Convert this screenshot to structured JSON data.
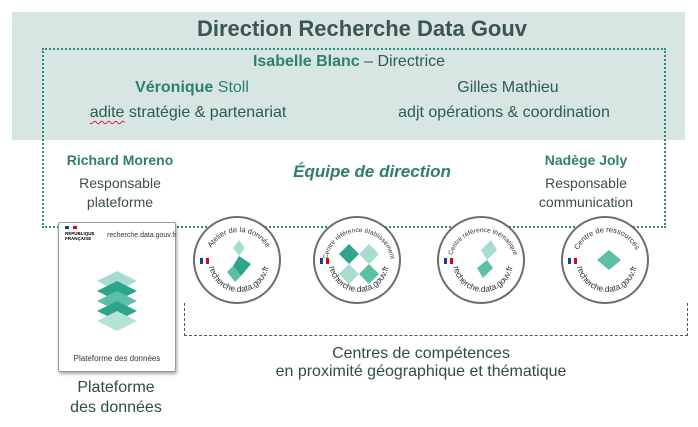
{
  "header": {
    "title": "Direction Recherche Data Gouv",
    "directrice_name": "Isabelle Blanc",
    "directrice_role": "– Directrice"
  },
  "deputies": [
    {
      "first": "Véronique",
      "last": "Stoll",
      "role_a": "adite",
      "role_b": "stratégie & partenariat"
    },
    {
      "first": "Gilles",
      "last": "Mathieu",
      "role": "adjt opérations & coordination"
    }
  ],
  "side_leads": [
    {
      "name": "Richard Moreno",
      "role_line1": "Responsable",
      "role_line2": "plateforme"
    },
    {
      "name": "Nadège Joly",
      "role_line1": "Responsable",
      "role_line2": "communication"
    }
  ],
  "team_label": "Équipe de direction",
  "platform_card": {
    "republic_line1": "RÉPUBLIQUE",
    "republic_line2": "FRANÇAISE",
    "url": "recherche.data.gouv.fr",
    "caption": "Plateforme des données"
  },
  "badges": [
    {
      "label": "Atelier de la donnée",
      "url": "recherche.data.gouv.fr"
    },
    {
      "label": "Centre référence établissement",
      "url": "recherche.data.gouv.fr"
    },
    {
      "label": "Centre référence thématique",
      "url": "recherche.data.gouv.fr"
    },
    {
      "label": "Centre de ressources",
      "url": "recherche.data.gouv.fr"
    }
  ],
  "centres": {
    "line1": "Centres de compétences",
    "line2": "en proximité géographique et thématique"
  },
  "platform_label": {
    "line1": "Plateforme",
    "line2": "des données"
  },
  "colors": {
    "band": "#d7e6e2",
    "accent": "#2f7f6d",
    "dark": "#2d4c4a"
  }
}
